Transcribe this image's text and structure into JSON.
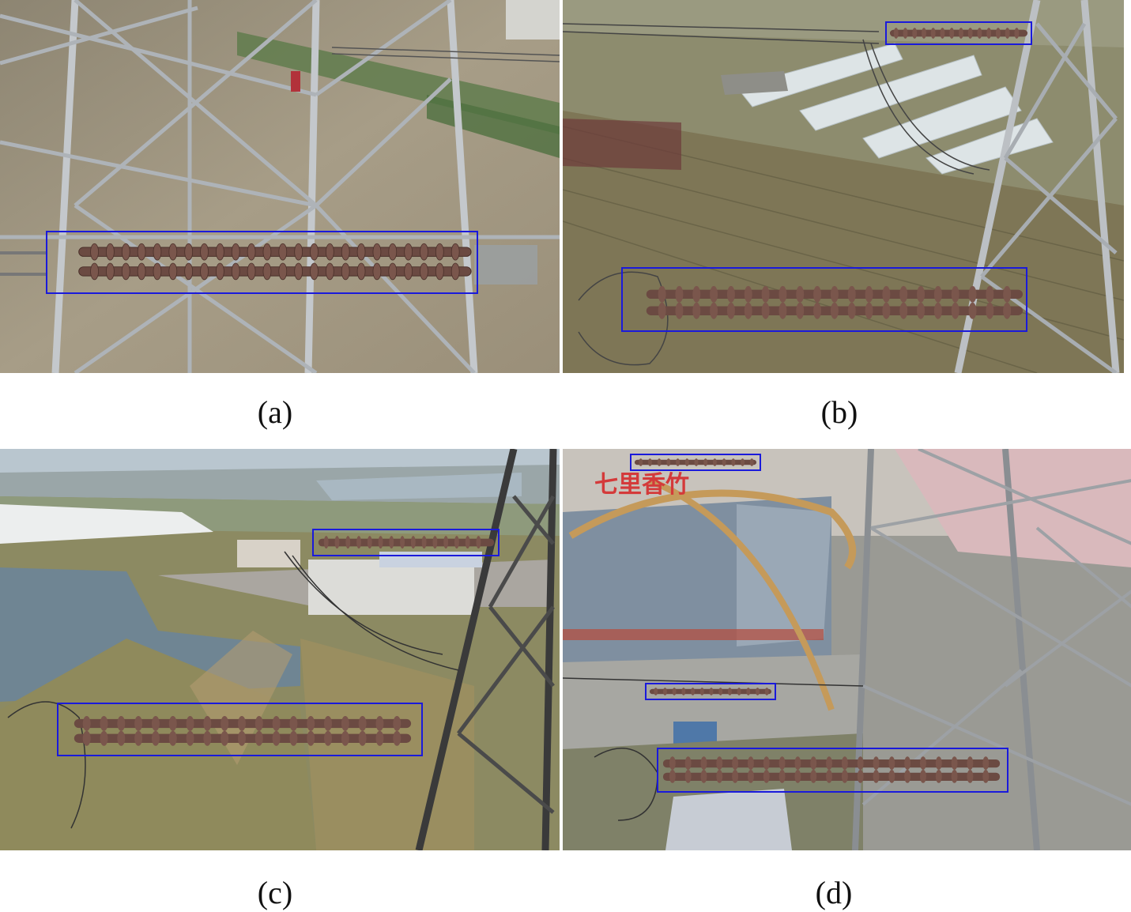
{
  "panels": [
    {
      "caption": "(a)",
      "scene": "tower lattice over water, insulator string",
      "detections": 1
    },
    {
      "caption": "(b)",
      "scene": "greenhouses and fields, insulator strings",
      "detections": 2
    },
    {
      "caption": "(c)",
      "scene": "pond and farm buildings, insulator strings",
      "detections": 2
    },
    {
      "caption": "(d)",
      "scene": "factory building with arch, insulator strings",
      "detections": 3
    }
  ],
  "colors": {
    "box": "#1a1adb",
    "insulator": "#6b4a42",
    "steel": "#b9bdc2",
    "background": "#ffffff"
  }
}
